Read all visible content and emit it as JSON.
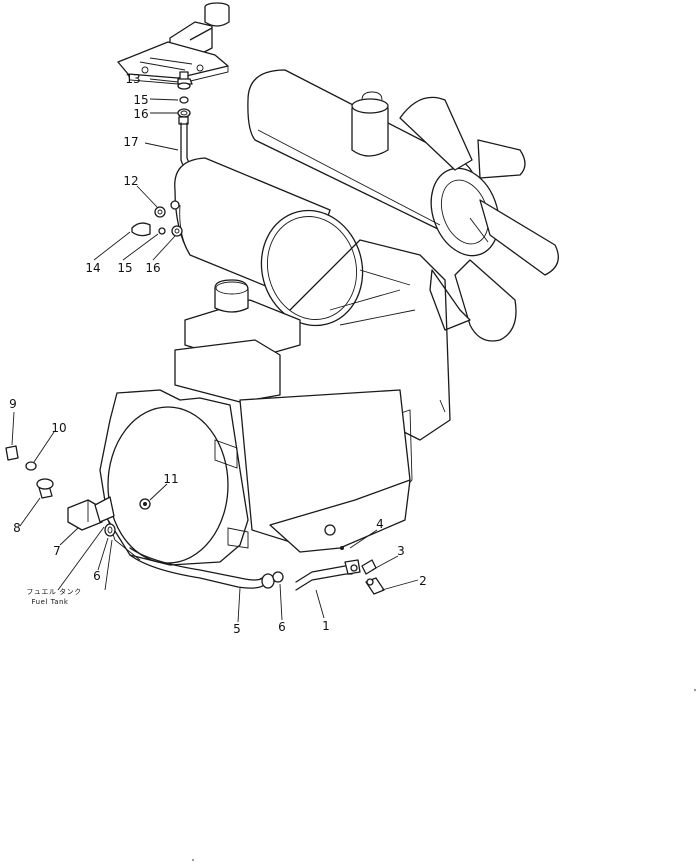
{
  "callouts": {
    "c1": "1",
    "c2": "2",
    "c3": "3",
    "c4": "4",
    "c5": "5",
    "c6a": "6",
    "c6b": "6",
    "c7": "7",
    "c8": "8",
    "c9": "9",
    "c10": "10",
    "c11": "11",
    "c12": "12",
    "c13": "13",
    "c14": "14",
    "c15a": "15",
    "c15b": "15",
    "c16a": "16",
    "c16b": "16",
    "c17": "17"
  },
  "fuel_tank_note": {
    "japanese": "フュエル タンク",
    "english": "Fuel Tank"
  }
}
